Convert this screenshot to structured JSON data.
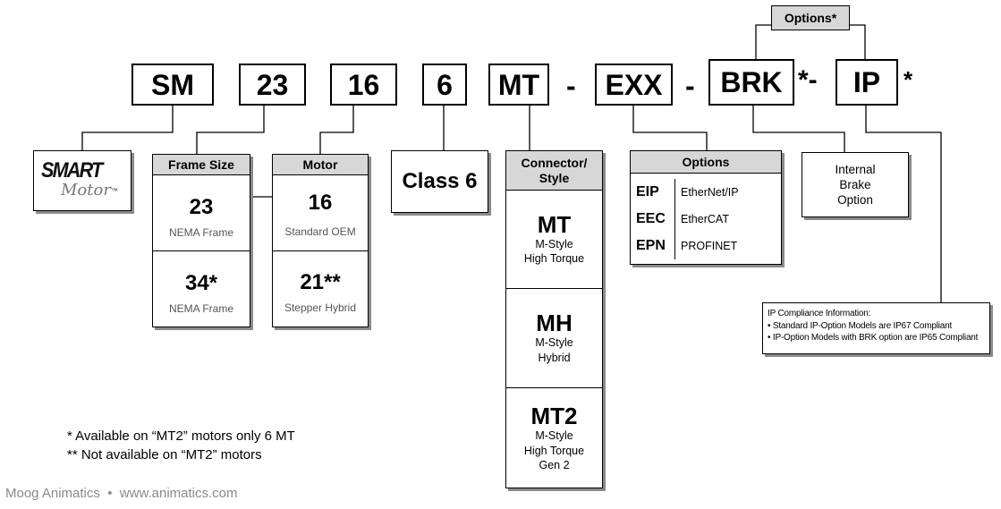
{
  "part_number": {
    "segments": [
      "SM",
      "23",
      "16",
      "6",
      "MT",
      "EXX",
      "BRK",
      "IP"
    ],
    "separators": [
      "-",
      "-",
      "*-",
      "*"
    ]
  },
  "options_top_label": "Options*",
  "smart_logo": {
    "text": "SMART",
    "script": "Motor",
    "tm": "™"
  },
  "frame_size": {
    "header": "Frame Size",
    "rows": [
      {
        "value": "23",
        "desc": "NEMA Frame"
      },
      {
        "value": "34*",
        "desc": "NEMA Frame"
      }
    ]
  },
  "motor": {
    "header": "Motor",
    "rows": [
      {
        "value": "16",
        "desc": "Standard OEM"
      },
      {
        "value": "21**",
        "desc": "Stepper Hybrid"
      }
    ]
  },
  "class_box": "Class 6",
  "connector": {
    "header_line1": "Connector/",
    "header_line2": "Style",
    "rows": [
      {
        "code": "MT",
        "lines": [
          "M-Style",
          "High Torque"
        ]
      },
      {
        "code": "MH",
        "lines": [
          "M-Style",
          "Hybrid"
        ]
      },
      {
        "code": "MT2",
        "lines": [
          "M-Style",
          "High Torque",
          "Gen 2"
        ]
      }
    ]
  },
  "options": {
    "header": "Options",
    "rows": [
      {
        "code": "EIP",
        "name": "EtherNet/IP"
      },
      {
        "code": "EEC",
        "name": "EtherCAT"
      },
      {
        "code": "EPN",
        "name": "PROFINET"
      }
    ]
  },
  "brake": {
    "lines": [
      "Internal",
      "Brake",
      "Option"
    ]
  },
  "ip_info": {
    "title": "IP Compliance Information:",
    "items": [
      "• Standard IP-Option Models are IP67 Compliant",
      "• IP-Option Models with BRK option are IP65 Compliant"
    ]
  },
  "footnotes": [
    "* Available on “MT2” motors only 6 MT",
    "** Not available on “MT2” motors"
  ],
  "footer": "Moog Animatics  •  www.animatics.com"
}
